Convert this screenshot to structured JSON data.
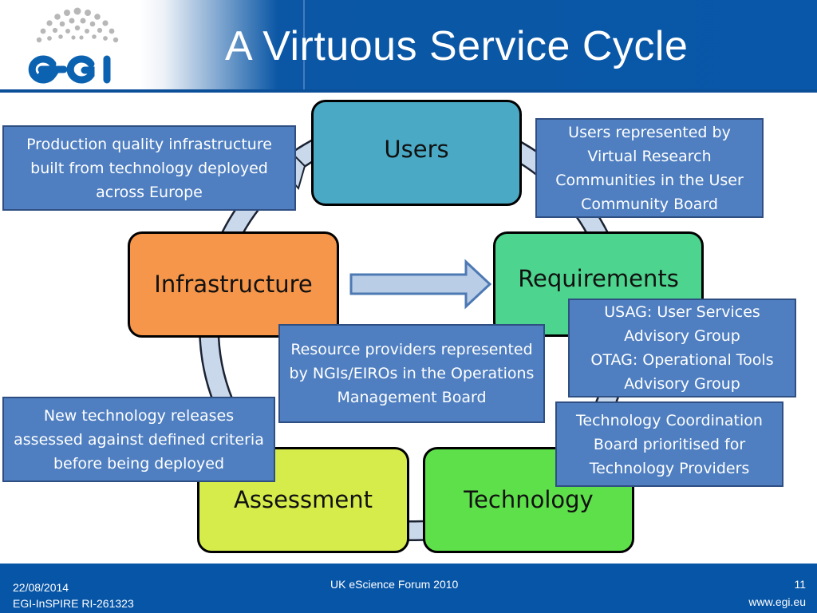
{
  "title": "A Virtuous Service Cycle",
  "logo": {
    "text": "egi",
    "icon": "egi-logo"
  },
  "nodes": {
    "users": "Users",
    "requirements": "Requirements",
    "technology": "Technology",
    "assessment": "Assessment",
    "infrastructure": "Infrastructure"
  },
  "notes": {
    "production": "Production quality infrastructure built from technology deployed across Europe",
    "users_rep": "Users represented by Virtual Research Communities in the User Community Board",
    "usag_line1": "USAG: User Services Advisory Group",
    "usag_line2": "OTAG: Operational Tools Advisory Group",
    "resource": "Resource providers represented by NGIs/EIROs in the Operations Management Board",
    "tcb": "Technology Coordination Board prioritised for Technology Providers",
    "newtech": "New technology releases assessed against defined criteria before being deployed"
  },
  "footer": {
    "date": "22/08/2014",
    "project": "EGI-InSPIRE RI-261323",
    "event": "UK eScience Forum 2010",
    "page": "11",
    "url": "www.egi.eu"
  },
  "colors": {
    "users": "#4aaac6",
    "requirements": "#4dd48e",
    "technology": "#5ee04a",
    "assessment": "#d6ec4a",
    "infrastructure": "#f5964a",
    "note": "#4f7fc1",
    "header": "#0857a8"
  }
}
